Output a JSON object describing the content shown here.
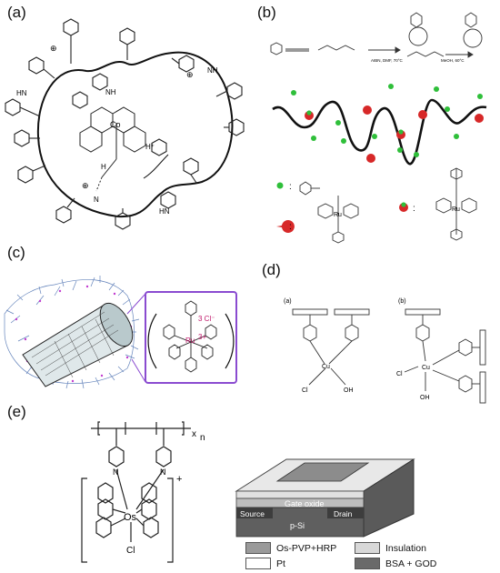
{
  "panels": {
    "a": {
      "label": "(a)"
    },
    "b": {
      "label": "(b)",
      "scheme_conditions": [
        "AIBN, DMF, 70°C",
        "MeOH, 60°C"
      ]
    },
    "c": {
      "label": "(c)",
      "ion_charge": "3+",
      "counter_ion": "3 Cl⁻",
      "metal": "Ru"
    },
    "d": {
      "label": "(d)",
      "sub_a": "(a)",
      "sub_b": "(b)",
      "metal": "Cu",
      "ligands": [
        "Cl",
        "OH"
      ]
    },
    "e": {
      "label": "(e)",
      "polymer_sub_x": "x",
      "polymer_sub_n": "n",
      "metal": "Os",
      "ligand_cl": "Cl",
      "charge": "+",
      "device": {
        "gate_oxide": "Gate oxide",
        "source": "Source",
        "drain": "Drain",
        "substrate": "p-Si"
      },
      "legend": [
        {
          "label": "Os-PVP+HRP",
          "color": "#9a9a9a"
        },
        {
          "label": "Insulation",
          "color": "#d8d8d8"
        },
        {
          "label": "Pt",
          "color": "#ffffff"
        },
        {
          "label": "BSA + GOD",
          "color": "#6a6a6a"
        }
      ]
    }
  },
  "atoms": {
    "N": "N",
    "Co": "Co",
    "H": "H",
    "Hplus": "H⁺",
    "NH": "NH",
    "HN": "HN",
    "Ru": "Ru",
    "O": "O",
    "plus": "⊕"
  }
}
